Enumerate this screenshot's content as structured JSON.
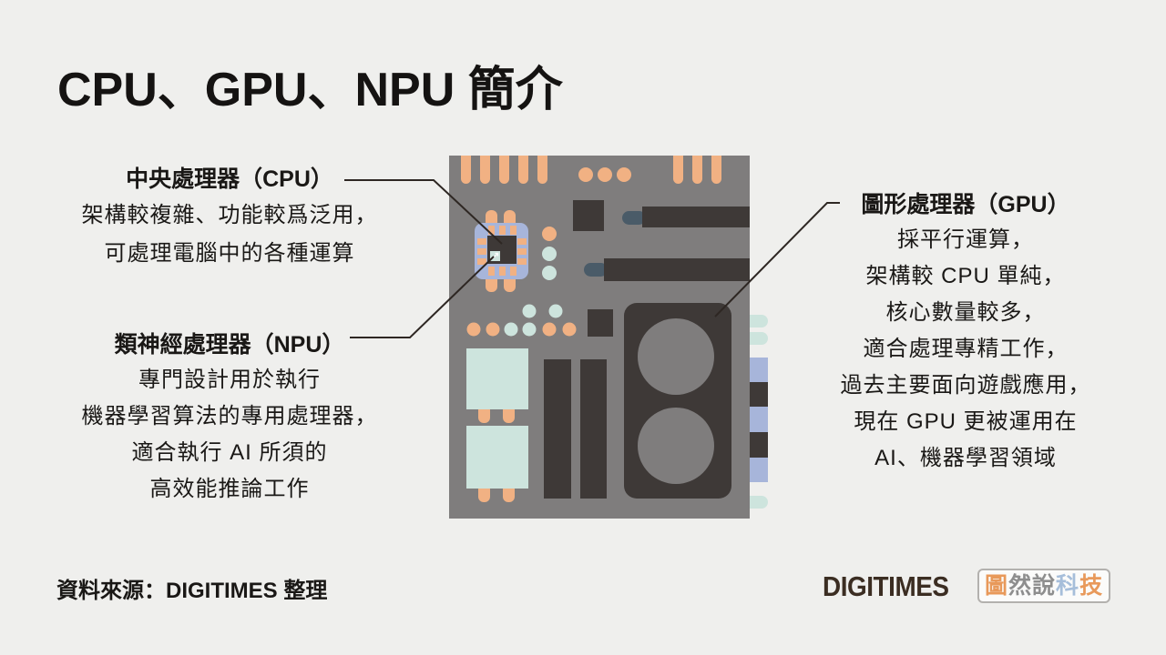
{
  "title": "CPU、GPU、NPU 簡介",
  "annotations": {
    "cpu": {
      "heading": "中央處理器（CPU）",
      "lines": [
        "架構較複雜、功能較爲泛用，",
        "可處理電腦中的各種運算"
      ]
    },
    "npu": {
      "heading": "類神經處理器（NPU）",
      "lines": [
        "專門設計用於執行",
        "機器學習算法的專用處理器，",
        "適合執行 AI 所須的",
        "高效能推論工作"
      ]
    },
    "gpu": {
      "heading": "圖形處理器（GPU）",
      "lines": [
        "採平行運算，",
        "架構較 CPU 單純，",
        "核心數量較多，",
        "適合處理專精工作，",
        "過去主要面向遊戲應用，",
        "現在 GPU 更被運用在",
        "AI、機器學習領域"
      ]
    }
  },
  "footer": {
    "source": "資料來源：DIGITIMES 整理",
    "brand": "DIGITIMES",
    "badge": {
      "text": "圖然說科技",
      "chars": [
        "圖",
        "然",
        "說",
        "科",
        "技"
      ]
    }
  },
  "illustration": {
    "type": "motherboard",
    "components": [
      "cpu-socket",
      "cpu-chip",
      "npu-marker",
      "ram-sticks",
      "gpu-card-with-fans",
      "capacitors",
      "edge-connectors",
      "solder-pads",
      "heatsink-bars"
    ],
    "palette": {
      "board_gray": "#7F7D7D",
      "component_dark": "#3E3937",
      "pin_orange": "#F1B183",
      "pad_mint": "#CDE4DD",
      "socket_periwinkle": "#A7B5DA",
      "connector_slate": "#4A5B68"
    }
  },
  "colors": {
    "background": "#EFEFED",
    "text": "#1A1816",
    "callout_line": "#2E2723",
    "logo_brown": "#3B2D22",
    "badge_orange": "#E8995A",
    "badge_gray": "#8E8E8E",
    "badge_blue": "#A6BEDA",
    "badge_border": "#B3B1AE"
  }
}
